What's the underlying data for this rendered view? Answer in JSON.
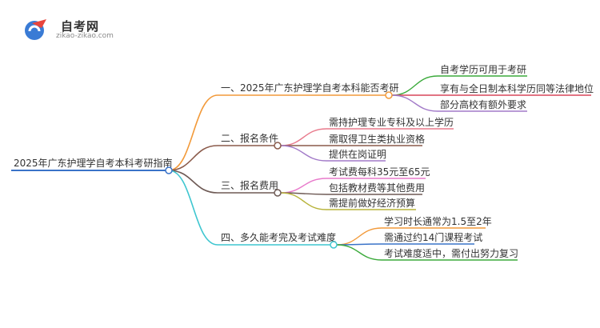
{
  "logo": {
    "name": "自考网",
    "url": "zikao-zikao.com",
    "icon": "graduation-cap-icon"
  },
  "mindmap": {
    "root": "2025年广东护理学自考本科考研指南",
    "branches": [
      {
        "label": "一、2025年广东护理学自考本科能否考研",
        "color": "#F29A3A",
        "children": [
          {
            "label": "自考学历可用于考研",
            "color": "#3BAA3B"
          },
          {
            "label": "享有与全日制本科学历同等法律地位",
            "color": "#D9465A"
          },
          {
            "label": "部分高校有额外要求",
            "color": "#A27AC8"
          }
        ]
      },
      {
        "label": "二、报名条件",
        "color": "#8A5A4A",
        "children": [
          {
            "label": "需持护理专业专科及以上学历",
            "color": "#E87A8C"
          },
          {
            "label": "需取得卫生类执业资格",
            "color": "#8A5A4A"
          },
          {
            "label": "提供在岗证明",
            "color": "#A27AC8"
          }
        ]
      },
      {
        "label": "三、报名费用",
        "color": "#6E5A55",
        "children": [
          {
            "label": "考试费每科35元至65元",
            "color": "#E87ACB"
          },
          {
            "label": "包括教材费等其他费用",
            "color": "#6E5A55"
          },
          {
            "label": "需提前做好经济预算",
            "color": "#B7B33A"
          }
        ]
      },
      {
        "label": "四、多久能考完及考试难度",
        "color": "#3EC6D0",
        "children": [
          {
            "label": "学习时长通常为1.5至2年",
            "color": "#F29A3A"
          },
          {
            "label": "需通过约14门课程考试",
            "color": "#3A73C8"
          },
          {
            "label": "考试难度适中，需付出努力复习",
            "color": "#3BAA3B"
          }
        ]
      }
    ]
  }
}
